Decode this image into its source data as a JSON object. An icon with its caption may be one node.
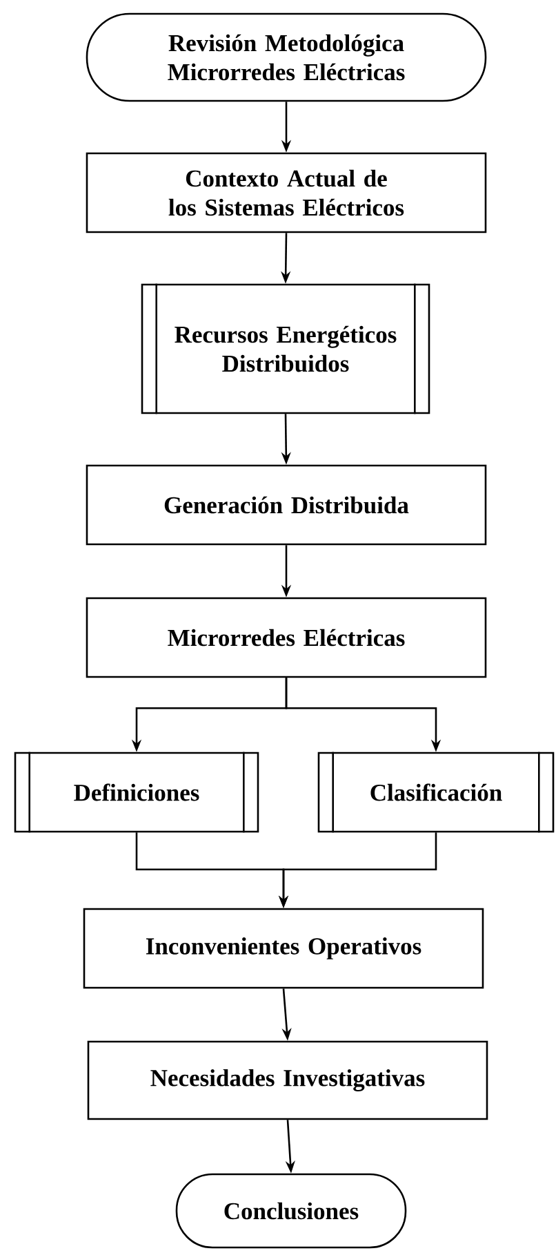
{
  "diagram": {
    "nodes": [
      {
        "text": [
          "Revisión Metodológica Microrredes Eléctricas"
        ]
      },
      {
        "text": [
          "Contexto Actual de los Sistemas Eléctricos"
        ]
      },
      {
        "text": [
          "Recursos Energéticos Distribuidos"
        ]
      },
      {
        "text": [
          "Generación Distribuida"
        ]
      },
      {
        "text": [
          "Microrredes Eléctricas"
        ]
      },
      {
        "text": [
          "Definiciones"
        ]
      },
      {
        "text": [
          "Clasificación"
        ]
      },
      {
        "text": [
          "Inconvenientes Operativos"
        ]
      },
      {
        "text": [
          "Necesidades Investigativas"
        ]
      },
      {
        "text": [
          "Conclusiones"
        ]
      }
    ],
    "edges": [
      {
        "from": 0,
        "to": 1,
        "arrow": "to"
      },
      {
        "from": 1,
        "to": 2,
        "arrow": "to"
      },
      {
        "from": 2,
        "to": 3,
        "arrow": "to"
      },
      {
        "from": 3,
        "to": 4,
        "arrow": "to"
      },
      {
        "from": 4,
        "to": 5,
        "arrow": "to"
      },
      {
        "from": 4,
        "to": 6,
        "arrow": "to"
      },
      {
        "from": 5,
        "to": 7,
        "arrow": "to"
      },
      {
        "from": 6,
        "to": 7,
        "arrow": "to"
      },
      {
        "from": 7,
        "to": 8,
        "arrow": "to"
      },
      {
        "from": 8,
        "to": 9,
        "arrow": "to"
      }
    ]
  }
}
